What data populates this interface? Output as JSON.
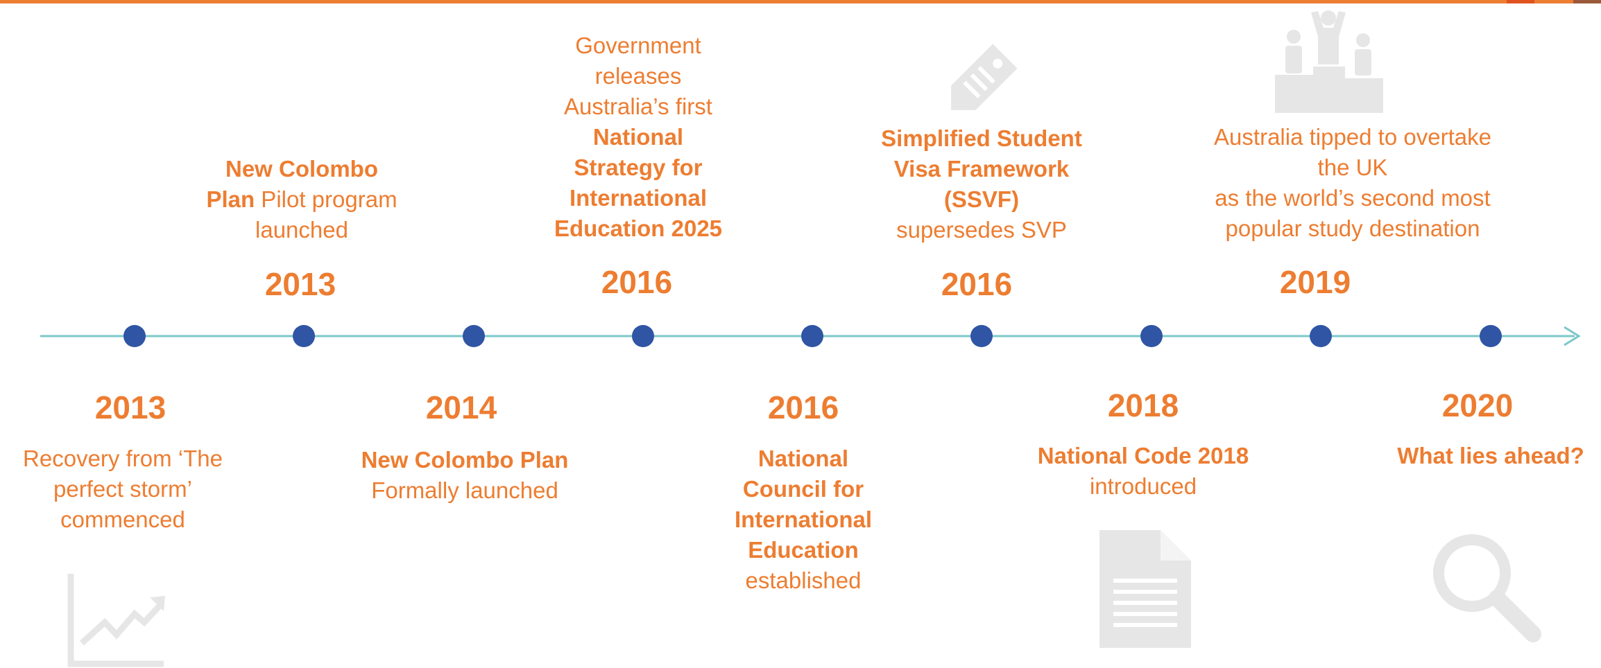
{
  "timeline": {
    "nodes": 9,
    "accent_color": "#ED7D31",
    "line_color": "#7CC7C9",
    "dot_color": "#2F55A4"
  },
  "events_top": [
    {
      "year": "2013",
      "lines": [
        {
          "b": "New Colombo"
        },
        {
          "b": "Plan",
          "t": " Pilot program"
        },
        {
          "t": "launched"
        }
      ]
    },
    {
      "year": "2016",
      "lines": [
        {
          "t": "Government"
        },
        {
          "t": "releases"
        },
        {
          "t": "Australia’s first"
        },
        {
          "b": "National"
        },
        {
          "b": "Strategy for"
        },
        {
          "b": "International"
        },
        {
          "b": "Education 2025"
        }
      ]
    },
    {
      "year": "2016",
      "lines": [
        {
          "b": "Simplified Student"
        },
        {
          "b": "Visa Framework"
        },
        {
          "b": "(SSVF)"
        },
        {
          "t": "supersedes SVP"
        }
      ]
    },
    {
      "year": "2019",
      "lines": [
        {
          "t": "Australia tipped to overtake"
        },
        {
          "t": "the UK"
        },
        {
          "t": "as the world’s second most"
        },
        {
          "t": "popular study destination"
        }
      ]
    }
  ],
  "events_bottom": [
    {
      "year": "2013",
      "lines": [
        {
          "t": "Recovery from ‘The"
        },
        {
          "t": "perfect storm’"
        },
        {
          "t": "commenced"
        }
      ]
    },
    {
      "year": "2014",
      "lines": [
        {
          "b": "New Colombo Plan"
        },
        {
          "t": "Formally launched"
        }
      ]
    },
    {
      "year": "2016",
      "lines": [
        {
          "b": "National"
        },
        {
          "b": "Council for"
        },
        {
          "b": "International"
        },
        {
          "b": "Education"
        },
        {
          "t": "established"
        }
      ]
    },
    {
      "year": "2018",
      "lines": [
        {
          "b": "National Code 2018"
        },
        {
          "t": "introduced"
        }
      ]
    },
    {
      "year": "2020",
      "lines": [
        {
          "b": "What lies ahead?"
        }
      ]
    }
  ],
  "icons": [
    "chart-up-icon",
    "price-tag-icon",
    "podium-icon",
    "document-icon",
    "magnifier-icon"
  ]
}
